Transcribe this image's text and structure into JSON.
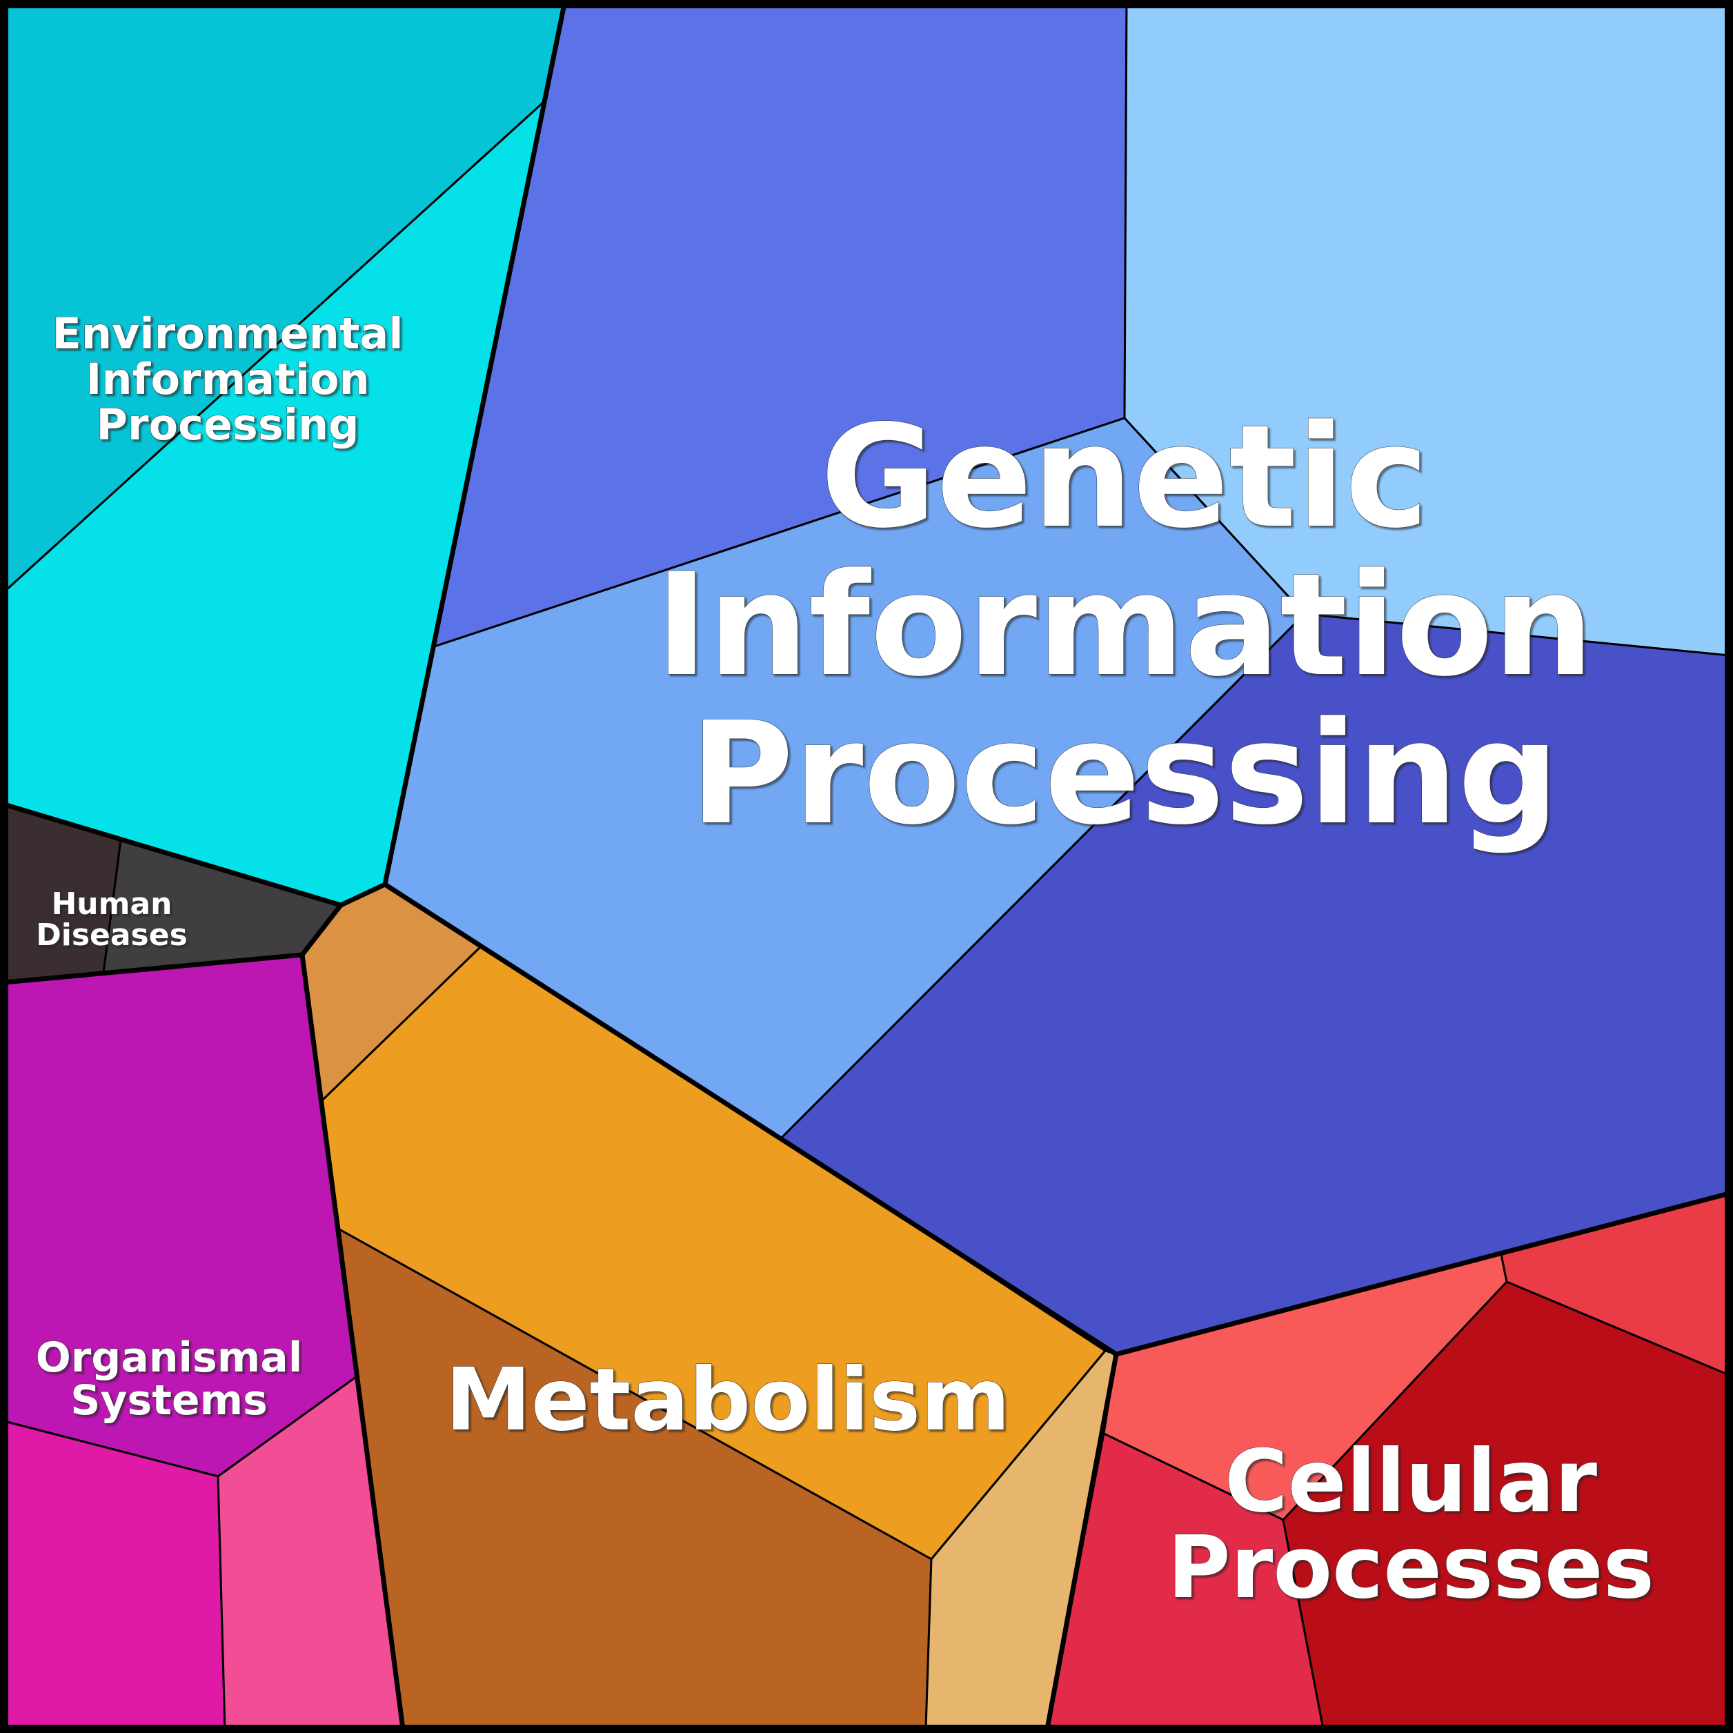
{
  "title": "KEGG pathway category Voronoi treemap",
  "groups": [
    {
      "id": "environmental",
      "label_lines": [
        "Environmental",
        "Information",
        "Processing"
      ],
      "cells": [
        {
          "color": "#06C3D5"
        },
        {
          "color": "#05E1E9"
        }
      ]
    },
    {
      "id": "genetic",
      "label_lines": [
        "Genetic",
        "Information",
        "Processing"
      ],
      "cells": [
        {
          "color": "#5B73E7"
        },
        {
          "color": "#92CCFC"
        },
        {
          "color": "#71A7F3"
        },
        {
          "color": "#4951C9"
        }
      ]
    },
    {
      "id": "human-diseases",
      "label_lines": [
        "Human",
        "Diseases"
      ],
      "cells": [
        {
          "color": "#3A2E31"
        },
        {
          "color": "#403E41"
        }
      ]
    },
    {
      "id": "organismal",
      "label_lines": [
        "Organismal",
        "Systems"
      ],
      "cells": [
        {
          "color": "#BC16B3"
        },
        {
          "color": "#DE1AA7"
        },
        {
          "color": "#F24E96"
        }
      ]
    },
    {
      "id": "metabolism",
      "label_lines": [
        "Metabolism"
      ],
      "cells": [
        {
          "color": "#DB9243"
        },
        {
          "color": "#ED9D1F"
        },
        {
          "color": "#B96422"
        },
        {
          "color": "#E6B56E"
        }
      ]
    },
    {
      "id": "cellular",
      "label_lines": [
        "Cellular",
        "Processes"
      ],
      "cells": [
        {
          "color": "#F75A59"
        },
        {
          "color": "#EA3C46"
        },
        {
          "color": "#E22A49"
        },
        {
          "color": "#B90D17"
        }
      ]
    }
  ]
}
